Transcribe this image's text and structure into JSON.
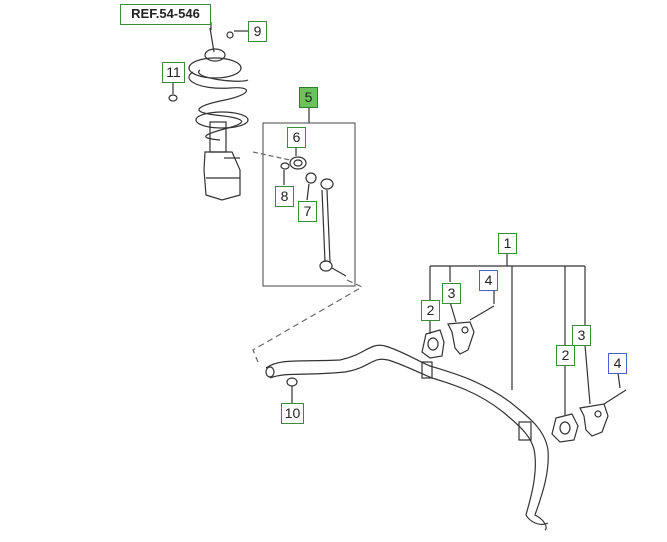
{
  "diagram": {
    "reference_label": "REF.54-546",
    "callouts": {
      "c1": "1",
      "c2a": "2",
      "c2b": "2",
      "c3a": "3",
      "c3b": "3",
      "c4a": "4",
      "c4b": "4",
      "c5": "5",
      "c6": "6",
      "c7": "7",
      "c8": "8",
      "c9": "9",
      "c10": "10",
      "c11": "11"
    },
    "colors": {
      "green_outline": "#3c8a3c",
      "blue_outline": "#4a5fd0",
      "selected_fill": "#6cc25a",
      "line": "#555555"
    }
  }
}
